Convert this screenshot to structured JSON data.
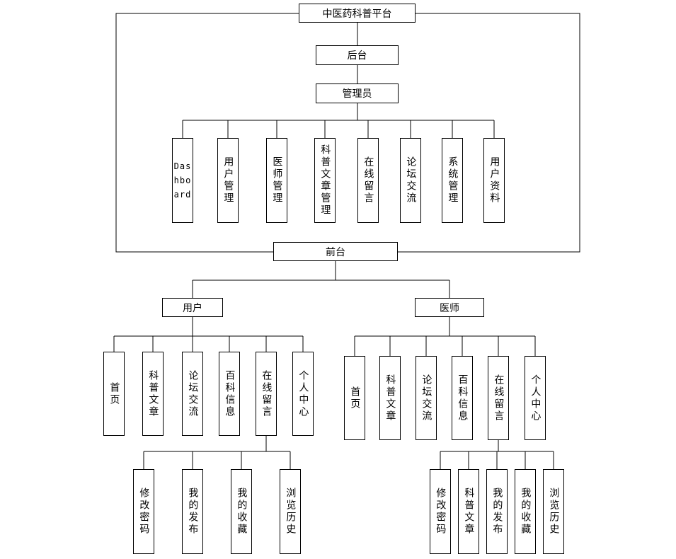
{
  "title": "中医药科普平台",
  "backend": {
    "label": "后台",
    "role": "管理员",
    "modules": [
      "Dashboard",
      "用户管理",
      "医师管理",
      "科普文章管理",
      "在线留言",
      "论坛交流",
      "系统管理",
      "用户资料"
    ]
  },
  "frontend": {
    "label": "前台",
    "user": {
      "label": "用户",
      "modules": [
        "首页",
        "科普文章",
        "论坛交流",
        "百科信息",
        "在线留言",
        "个人中心"
      ],
      "personal": [
        "修改密码",
        "我的发布",
        "我的收藏",
        "浏览历史"
      ]
    },
    "doctor": {
      "label": "医师",
      "modules": [
        "首页",
        "科普文章",
        "论坛交流",
        "百科信息",
        "在线留言",
        "个人中心"
      ],
      "personal": [
        "修改密码",
        "科普文章",
        "我的发布",
        "我的收藏",
        "浏览历史"
      ]
    }
  }
}
